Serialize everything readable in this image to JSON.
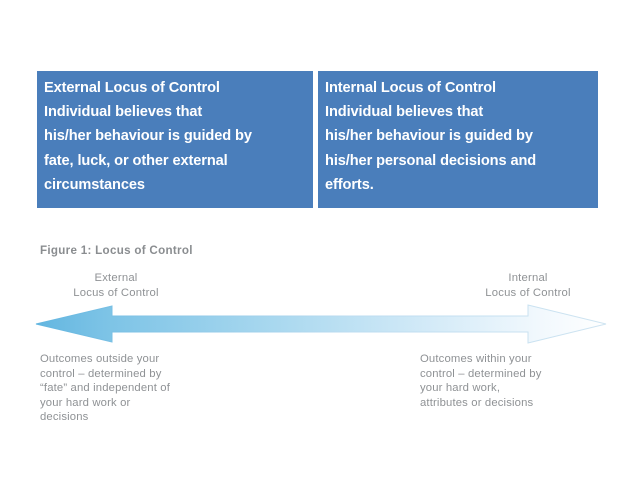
{
  "slide": {
    "background_color": "#ffffff"
  },
  "table": {
    "accent_color": "#4a7ebb",
    "text_color": "#ffffff",
    "columns": [
      {
        "id": "external",
        "heading": "External Locus of Control",
        "body": "External Locus of Control\nIndividual believes that\nhis/her behaviour is guided by\nfate, luck, or other external\ncircumstances"
      },
      {
        "id": "internal",
        "heading": "Internal Locus of Control",
        "body": "Internal Locus of Control\nIndividual believes that\nhis/her behaviour is guided by\nhis/her personal decisions and\nefforts."
      }
    ]
  },
  "figure": {
    "caption": "Figure 1: Locus of Control",
    "text_color": "#8f9295",
    "poles": {
      "external": {
        "line1": "External",
        "line2": "Locus of Control"
      },
      "internal": {
        "line1": "Internal",
        "line2": "Locus of Control"
      }
    },
    "arrow": {
      "name": "double-headed-arrow",
      "gradient_start": "#6fbce3",
      "gradient_end": "#ffffff",
      "outline_color": "#b9d9ec"
    },
    "descriptions": {
      "external": "Outcomes outside your\ncontrol – determined by\n“fate” and independent of\nyour hard work or\ndecisions",
      "internal": "Outcomes within your\ncontrol – determined by\nyour hard work,\nattributes or decisions"
    }
  }
}
